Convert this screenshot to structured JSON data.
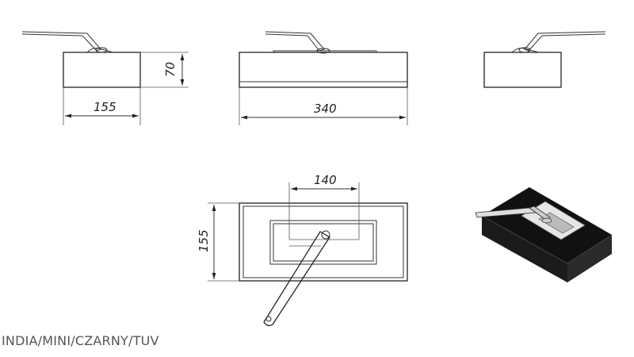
{
  "dimensions": {
    "side_width": "155",
    "side_height": "70",
    "front_width": "340",
    "top_inner": "140",
    "top_depth": "155"
  },
  "caption": "INDIA/MINI/CZARNY/TUV"
}
